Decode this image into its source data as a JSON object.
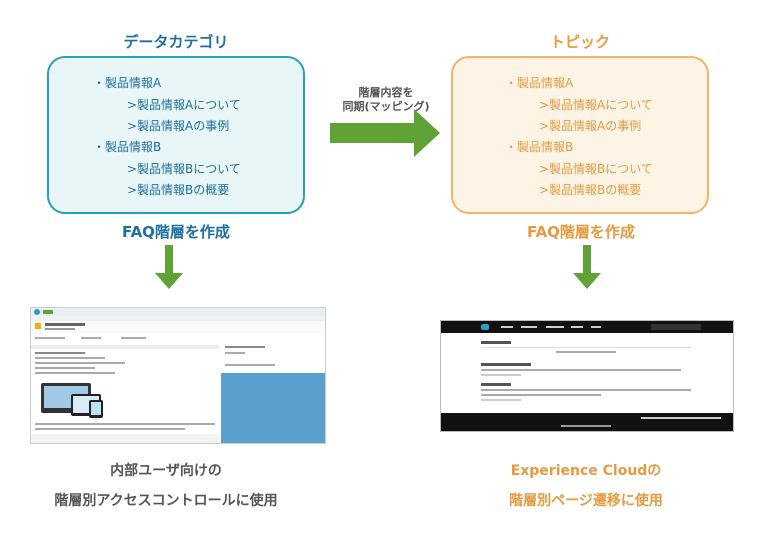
{
  "left": {
    "title": "データカテゴリ",
    "items": [
      {
        "label": "・製品情報A",
        "subs": [
          ">製品情報Aについて",
          ">製品情報Aの事例"
        ]
      },
      {
        "label": "・製品情報B",
        "subs": [
          ">製品情報Bについて",
          ">製品情報Bの概要"
        ]
      }
    ],
    "caption": "FAQ階層を作成",
    "bottom_line1": "内部ユーザ向けの",
    "bottom_line2": "階層別アクセスコントロールに使用"
  },
  "right": {
    "title": "トピック",
    "items": [
      {
        "label": "・製品情報A",
        "subs": [
          ">製品情報Aについて",
          ">製品情報Aの事例"
        ]
      },
      {
        "label": "・製品情報B",
        "subs": [
          ">製品情報Bについて",
          ">製品情報Bの概要"
        ]
      }
    ],
    "caption": "FAQ階層を作成",
    "bottom_line1": "Experience Cloudの",
    "bottom_line2": "階層別ページ遷移に使用"
  },
  "arrow_label": {
    "line1": "階層内容を",
    "line2": "同期(マッピング)"
  },
  "colors": {
    "blue_text": "#1f6f9f",
    "blue_border": "#2a9dc2",
    "blue_fill": "#e9f6f7",
    "orange_text": "#e79a3f",
    "orange_border": "#f0b46a",
    "orange_fill": "#fdf4e6",
    "green_arrow": "#5fa336",
    "bottom_text": "#555555"
  }
}
